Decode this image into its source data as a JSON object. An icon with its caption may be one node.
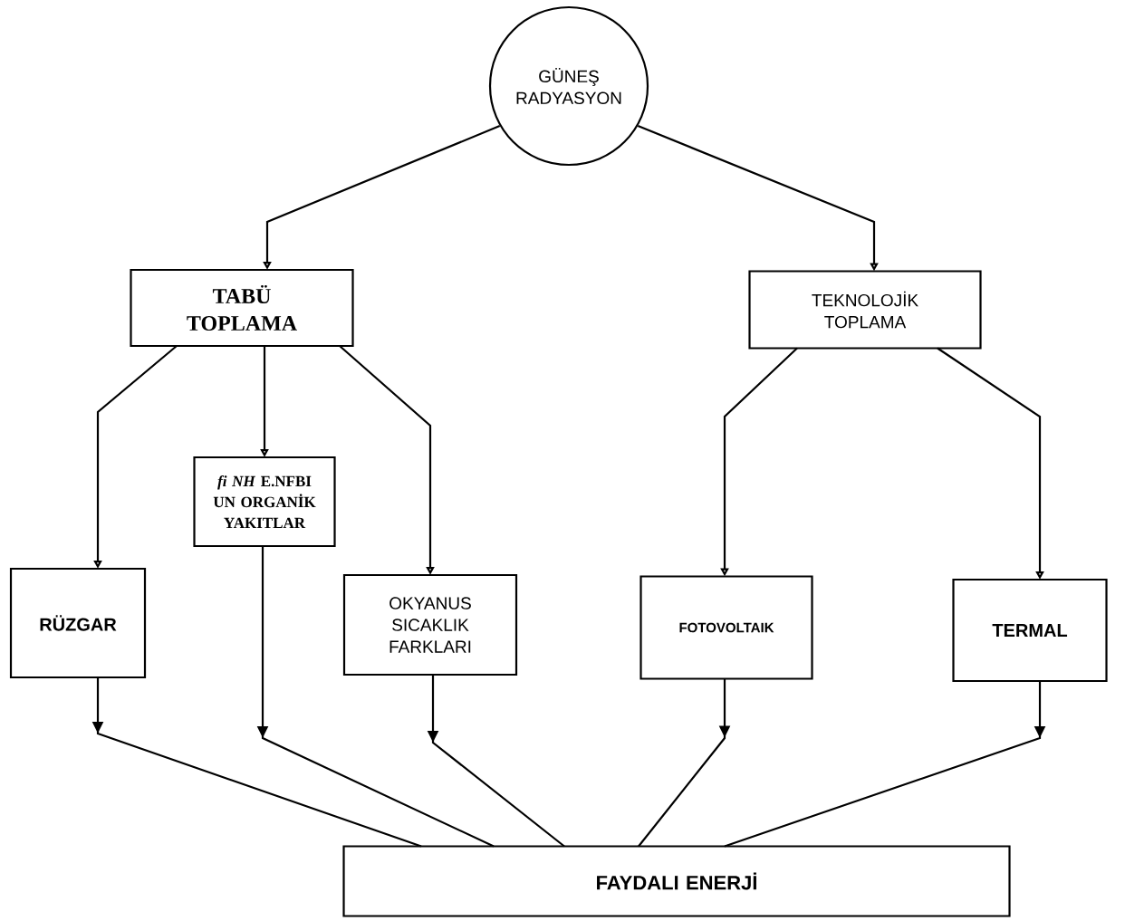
{
  "diagram": {
    "nodes": [
      {
        "text": [
          "GÜNEŞ RADYASYON"
        ]
      },
      {
        "text": [
          "TABÜ TOPLAMA"
        ]
      },
      {
        "text": [
          "TEKNOLOJİK TOPLAMA"
        ]
      },
      {
        "text": [
          "*fi NH* E.NFBI UN ORGANİK YAKITLAR"
        ]
      },
      {
        "text": [
          "RÜZGAR"
        ]
      },
      {
        "text": [
          "OKYANUS SICAKLIK FARKLARI"
        ]
      },
      {
        "text": [
          "FOTOVOLTAIK"
        ]
      },
      {
        "text": [
          "TERMAL"
        ]
      },
      {
        "text": [
          "FAYDALI ENERJİ"
        ]
      }
    ],
    "edges": [
      {
        "from": 0,
        "to": 1,
        "arrow": "to"
      },
      {
        "from": 0,
        "to": 2,
        "arrow": "to"
      },
      {
        "from": 1,
        "to": 4,
        "arrow": "to"
      },
      {
        "from": 1,
        "to": 3,
        "arrow": "to"
      },
      {
        "from": 1,
        "to": 5,
        "arrow": "to"
      },
      {
        "from": 2,
        "to": 6,
        "arrow": "to"
      },
      {
        "from": 2,
        "to": 7,
        "arrow": "to"
      },
      {
        "from": 4,
        "to": 8,
        "arrow": "to"
      },
      {
        "from": 3,
        "to": 8,
        "arrow": "to"
      },
      {
        "from": 5,
        "to": 8,
        "arrow": "to"
      },
      {
        "from": 6,
        "to": 8,
        "arrow": "to"
      },
      {
        "from": 7,
        "to": 8,
        "arrow": "to"
      }
    ]
  }
}
